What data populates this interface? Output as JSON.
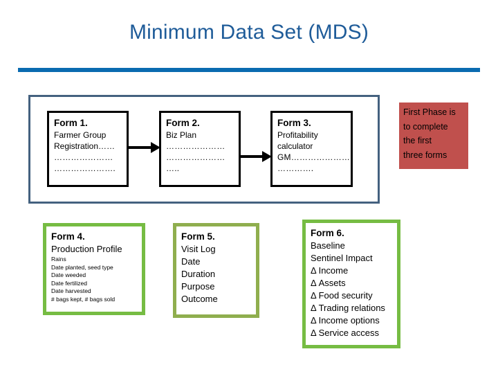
{
  "slide": {
    "title": "Minimum Data Set (MDS)",
    "accent_rule_color": "#0A6BB0",
    "title_color": "#1F5C99"
  },
  "phase_one_group": {
    "border_color": "#44617F",
    "forms": [
      {
        "title": "Form 1.",
        "lines": [
          "Farmer Group",
          "Registration……",
          "…………………",
          "…………………."
        ]
      },
      {
        "title": "Form 2.",
        "lines": [
          "Biz Plan",
          "…………………",
          "…………………",
          "….."
        ]
      },
      {
        "title": "Form 3.",
        "lines": [
          "Profitability",
          "calculator",
          "GM…………………",
          "…………."
        ]
      }
    ],
    "arrows": [
      {
        "name": "arrow-form1-to-form2"
      },
      {
        "name": "arrow-form2-to-form3"
      }
    ]
  },
  "phase_note": {
    "background_color": "#C0504D",
    "lines": [
      "First Phase is",
      "to complete",
      "the first",
      "three forms"
    ]
  },
  "lower_forms": [
    {
      "title": "Form  4.",
      "subtitle": "Production Profile",
      "border_color": "#76BC43",
      "items": [
        "Rains",
        "Date planted, seed type",
        "Date weeded",
        "Date  fertilized",
        "Date  harvested",
        "# bags kept, # bags sold"
      ]
    },
    {
      "title": "Form 5.",
      "subtitle": "",
      "border_color": "#8FAE4E",
      "items": [
        "Visit Log",
        "Date",
        "Duration",
        "Purpose",
        "Outcome"
      ]
    },
    {
      "title": "Form 6.",
      "subtitle": "",
      "border_color": "#76BC43",
      "items": [
        "Baseline",
        "Sentinel Impact",
        "Δ Income",
        "Δ Assets",
        "Δ Food security",
        "Δ Trading relations",
        "Δ Income options",
        "Δ Service access"
      ]
    }
  ]
}
